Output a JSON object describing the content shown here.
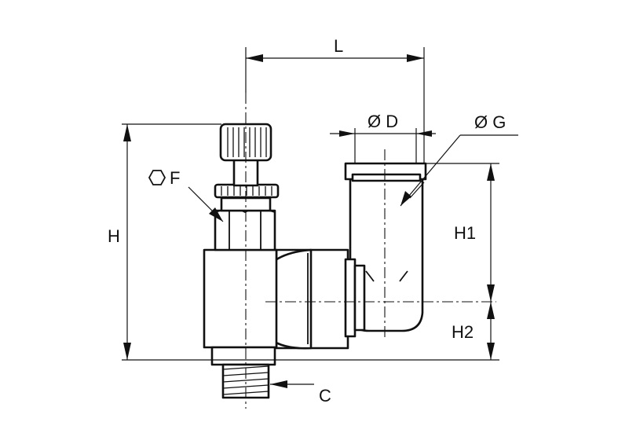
{
  "dimensions": {
    "L": "L",
    "D": "Ø D",
    "G": "Ø G",
    "F": "F",
    "H": "H",
    "H1": "H1",
    "H2": "H2",
    "C": "C"
  },
  "icons": {
    "hex": "hexagon-icon"
  }
}
